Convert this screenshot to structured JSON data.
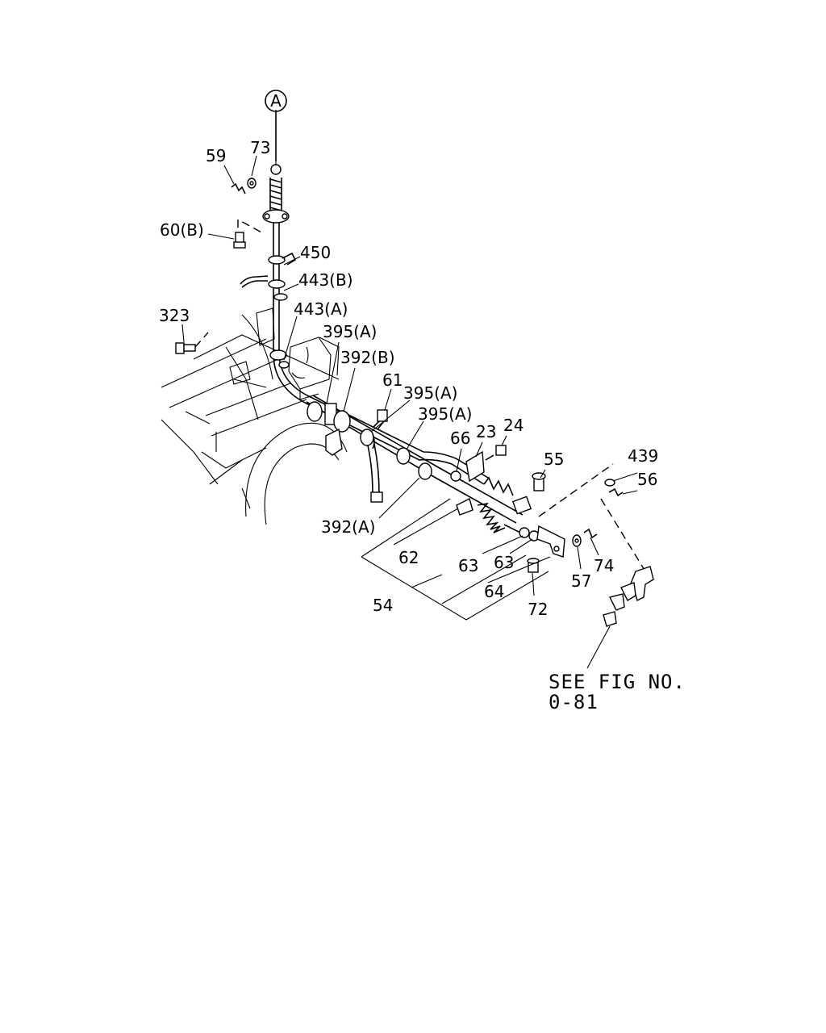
{
  "callout_circle": "A",
  "labels": {
    "p73": "73",
    "p59": "59",
    "p60b": "60(B)",
    "p450": "450",
    "p443b": "443(B)",
    "p323": "323",
    "p443a": "443(A)",
    "p395a_1": "395(A)",
    "p392b": "392(B)",
    "p61": "61",
    "p395a_2": "395(A)",
    "p395a_3": "395(A)",
    "p23": "23",
    "p24": "24",
    "p66": "66",
    "p55": "55",
    "p439": "439",
    "p56": "56",
    "p392a": "392(A)",
    "p62": "62",
    "p63_1": "63",
    "p63_2": "63",
    "p54": "54",
    "p64": "64",
    "p57": "57",
    "p74": "74",
    "p72": "72"
  },
  "reference_note": {
    "line1": "SEE FIG NO.",
    "line2": "0-81"
  }
}
